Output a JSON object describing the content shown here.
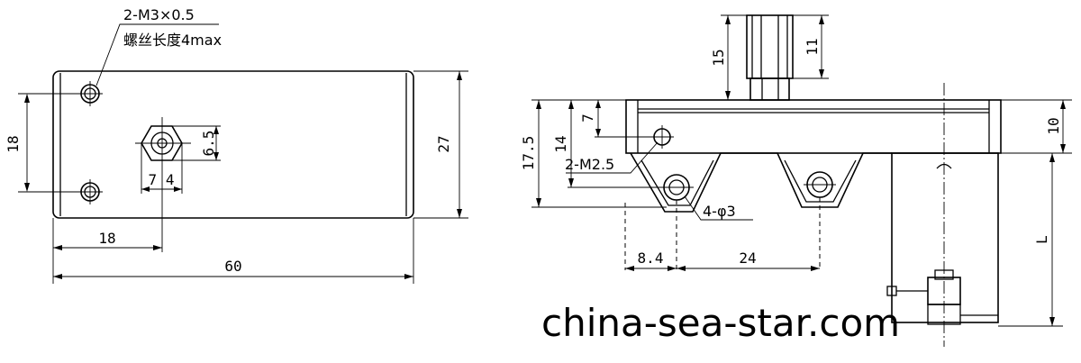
{
  "left_view": {
    "callout_thread": "2-M3×0.5",
    "callout_depth": "螺丝长度4max",
    "dim_height_holes": "18",
    "dim_hex_height": "6.5",
    "dim_hex_width": "7 4",
    "dim_body_height": "27",
    "dim_hole_offset": "18",
    "dim_total_length": "60"
  },
  "right_view": {
    "dim_plunger_total": "15",
    "dim_plunger_hex": "11",
    "dim_height_total": "17.5",
    "dim_height_14": "14",
    "dim_height_7": "7",
    "dim_top_10": "10",
    "label_mount_thread": "2-M2.5",
    "label_holes": "4-φ3",
    "dim_offset": "8.4",
    "dim_pitch": "24",
    "dim_length": "L"
  },
  "watermark": "china-sea-star.com"
}
